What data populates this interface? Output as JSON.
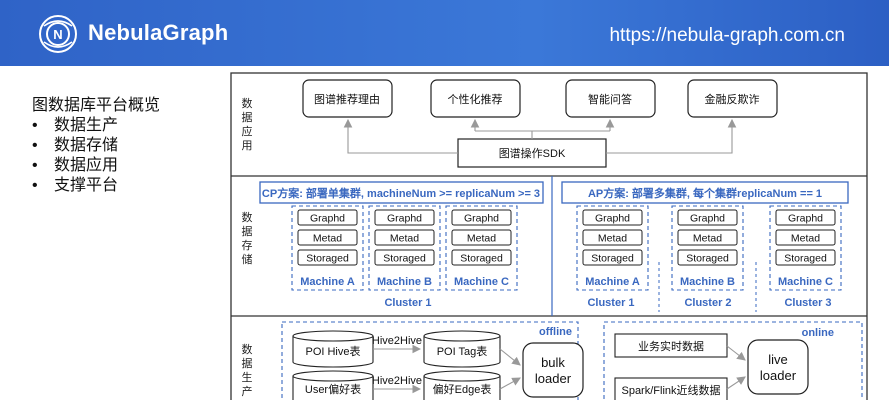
{
  "header": {
    "brand": "NebulaGraph",
    "logo_letter": "N",
    "url": "https://nebula-graph.com.cn",
    "bg_color": "#3b78d8"
  },
  "outline": {
    "title": "图数据库平台概览",
    "items": [
      "数据生产",
      "数据存储",
      "数据应用",
      "支撑平台"
    ]
  },
  "diagram": {
    "app_layer": {
      "label": [
        "数",
        "据",
        "应",
        "用"
      ],
      "apps": [
        "图谱推荐理由",
        "个性化推荐",
        "智能问答",
        "金融反欺诈"
      ],
      "sdk": "图谱操作SDK"
    },
    "storage_layer": {
      "label": [
        "数",
        "据",
        "存",
        "储"
      ],
      "cp_title": "CP方案: 部署单集群, machineNum >= replicaNum >= 3",
      "ap_title": "AP方案: 部署多集群, 每个集群replicaNum == 1",
      "services": [
        "Graphd",
        "Metad",
        "Storaged"
      ],
      "cp_machines": [
        "Machine A",
        "Machine B",
        "Machine C"
      ],
      "cp_cluster": "Cluster 1",
      "ap_machines": [
        "Machine A",
        "Machine B",
        "Machine C"
      ],
      "ap_clusters": [
        "Cluster 1",
        "Cluster 2",
        "Cluster 3"
      ]
    },
    "production_layer": {
      "label": [
        "数",
        "据",
        "生",
        "产"
      ],
      "offline_title": "offline",
      "online_title": "online",
      "offline_sources": [
        "POI Hive表",
        "User偏好表"
      ],
      "hive_edges": [
        "Hive2Hive",
        "Hive2Hive"
      ],
      "offline_targets": [
        "POI Tag表",
        "偏好Edge表"
      ],
      "bulk_loader": [
        "bulk",
        "loader"
      ],
      "online_sources": [
        "业务实时数据",
        "Spark/Flink近线数据"
      ],
      "live_loader": [
        "live",
        "loader"
      ]
    },
    "colors": {
      "accent": "#3a68c0",
      "line": "#333333",
      "arrow": "#999999"
    }
  }
}
